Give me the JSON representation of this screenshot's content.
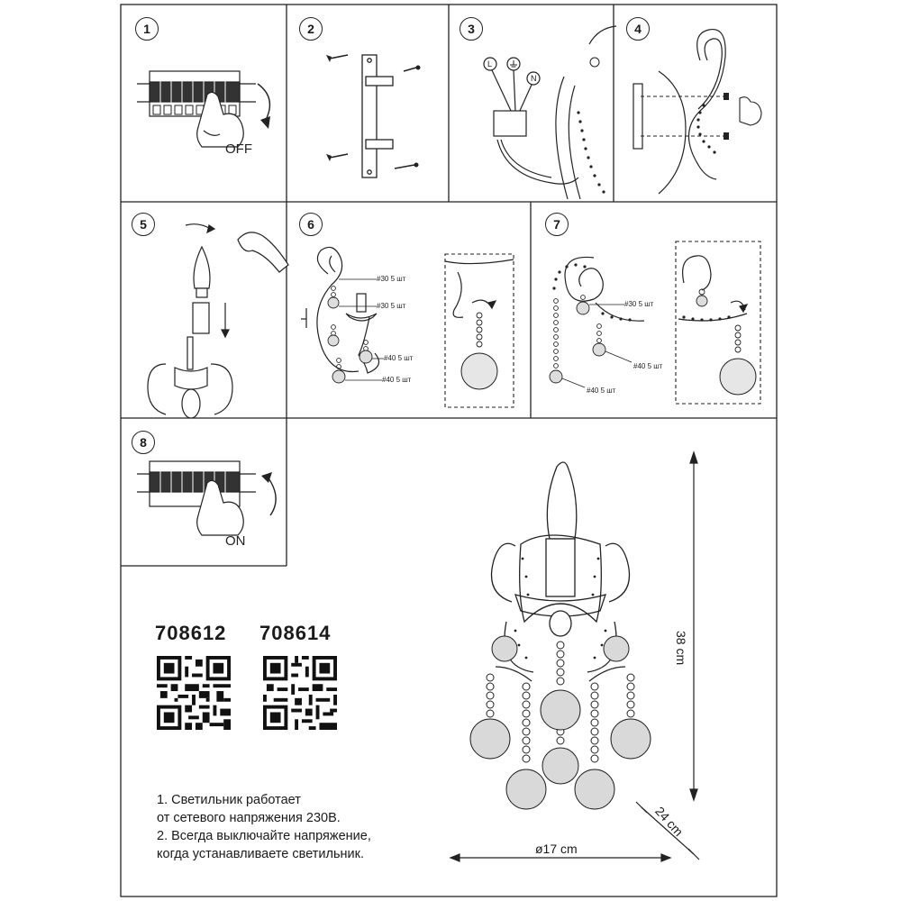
{
  "steps": {
    "s1": {
      "num": "1",
      "caption": "OFF"
    },
    "s2": {
      "num": "2"
    },
    "s3": {
      "num": "3",
      "wire_l": "L",
      "wire_n": "N"
    },
    "s4": {
      "num": "4"
    },
    "s5": {
      "num": "5"
    },
    "s6": {
      "num": "6",
      "part_a": "#30 5 шт",
      "part_b": "#30 5 шт",
      "part_c": "#40 5 шт",
      "part_d": "#40 5 шт"
    },
    "s7": {
      "num": "7",
      "part_a": "#30 5 шт",
      "part_b": "#40 5 шт",
      "part_c": "#40 5 шт"
    },
    "s8": {
      "num": "8",
      "caption": "ON"
    }
  },
  "models": [
    "708612",
    "708614"
  ],
  "notes": [
    "1. Светильник работает",
    "от сетевого напряжения 230В.",
    "2. Всегда выключайте напряжение,",
    "когда устанавливаете светильник."
  ],
  "dimensions": {
    "height": "38 cm",
    "depth": "24 cm",
    "width": "ø17 cm"
  },
  "icons": [
    "circuit-breaker-icon",
    "hand-icon",
    "arrow-icon",
    "screw-icon",
    "bulb-icon",
    "crystal-icon",
    "qr-code-icon",
    "ground-symbol-icon"
  ]
}
